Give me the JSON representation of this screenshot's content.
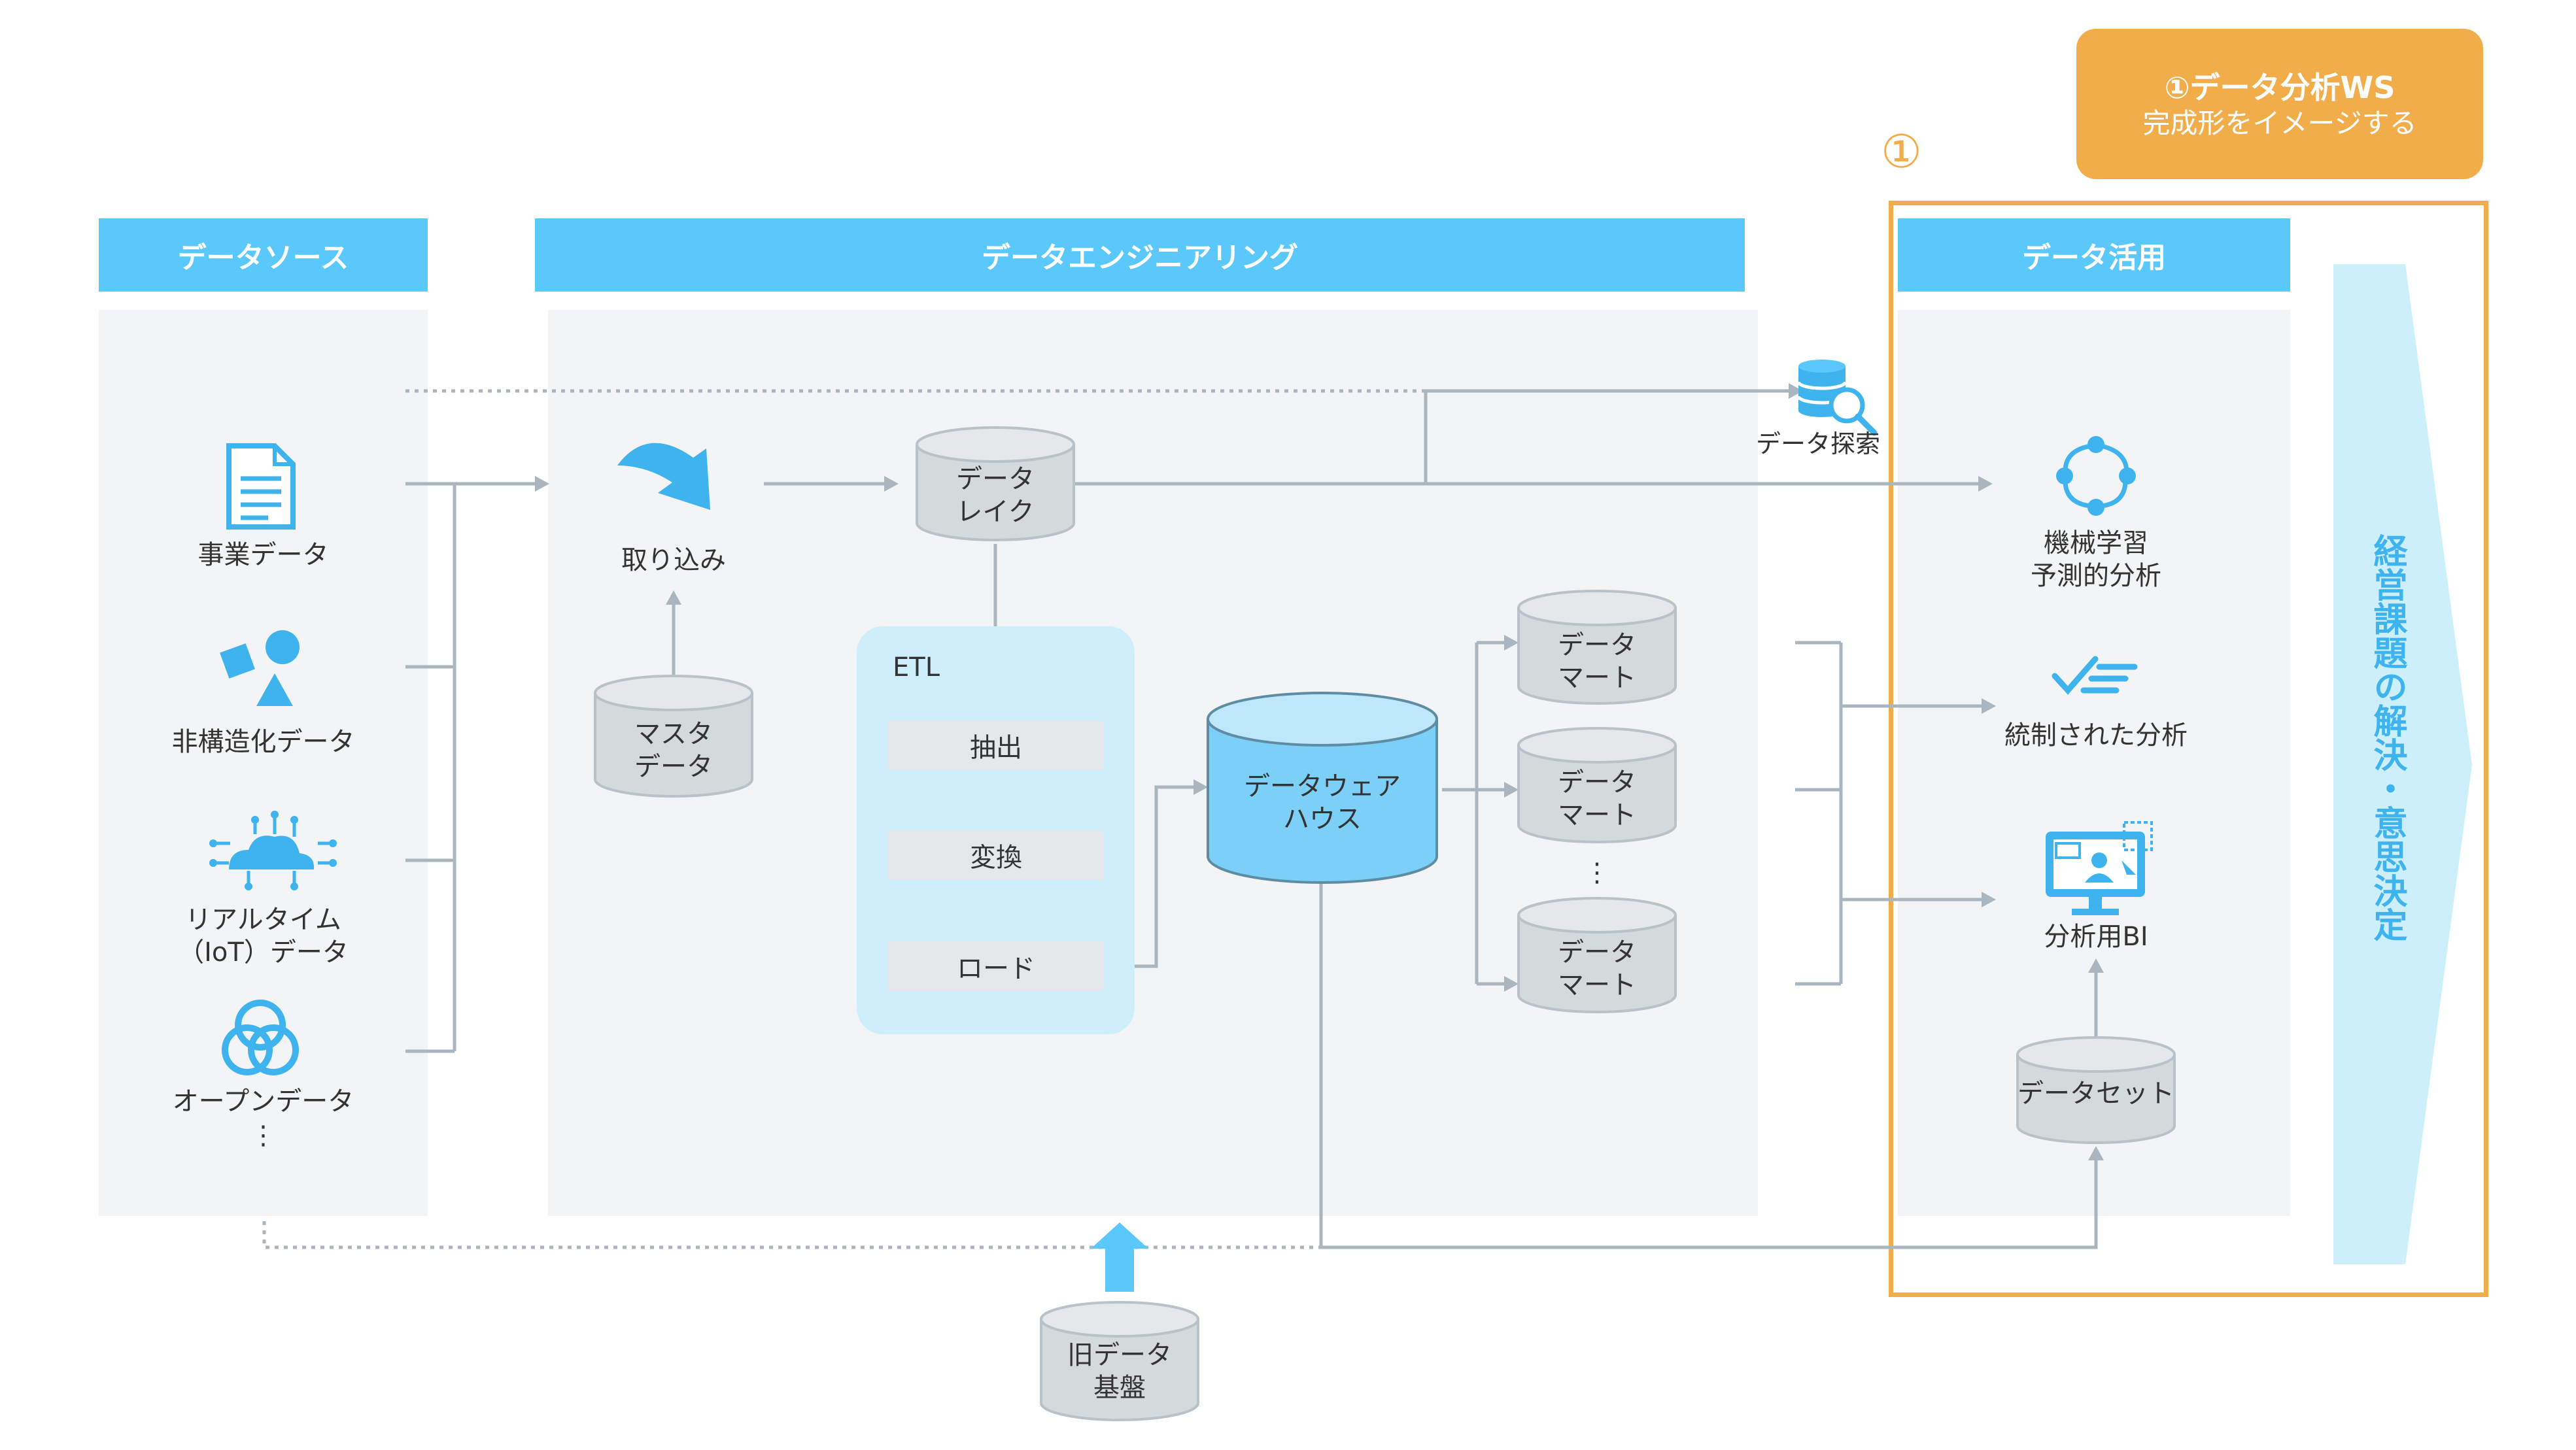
{
  "sections": {
    "data_source": "データソース",
    "data_engineering": "データエンジニアリング",
    "data_utilization": "データ活用"
  },
  "callout": {
    "line1": "①データ分析WS",
    "line2": "完成形をイメージする",
    "marker": "①"
  },
  "sources": [
    {
      "label": "事業データ",
      "icon": "document-icon"
    },
    {
      "label": "非構造化データ",
      "icon": "shapes-icon"
    },
    {
      "label": "リアルタイム\n（IoT）データ",
      "icon": "iot-cloud-icon"
    },
    {
      "label": "オープンデータ",
      "icon": "venn-icon"
    }
  ],
  "sources_more": "⋮",
  "engineering": {
    "ingest": "取り込み",
    "master_data": "マスタ\nデータ",
    "data_lake": "データ\nレイク",
    "etl": {
      "title": "ETL",
      "steps": [
        "抽出",
        "変換",
        "ロード"
      ]
    },
    "warehouse": "データウェア\nハウス",
    "marts": [
      "データ\nマート",
      "データ\nマート",
      "データ\nマート"
    ],
    "marts_more": "⋮",
    "legacy": "旧データ\n基盤"
  },
  "exploration": "データ探索",
  "utilization": {
    "ml": "機械学習\n予測的分析",
    "governed": "統制された分析",
    "bi": "分析用BI",
    "dataset": "データセット"
  },
  "outcome": "経営課題の解決・意思決定",
  "colors": {
    "header": "#5ac8fa",
    "panel": "#f2f4f5",
    "accent_orange": "#f2ad4b",
    "icon_blue": "#3fb3ee",
    "cylinder": "#d4d9dc",
    "warehouse": "#7ccff7",
    "etl_bg": "#cfeefc",
    "arrow_band": "#cdeefb",
    "outcome_text": "#3fb3ee"
  }
}
